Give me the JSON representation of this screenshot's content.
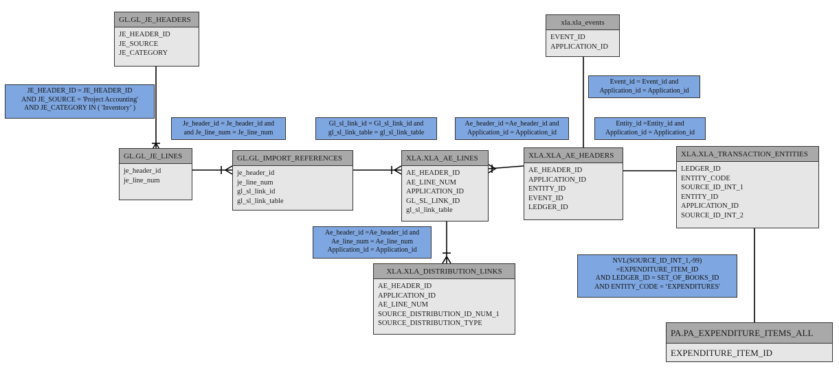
{
  "entities": {
    "gl_je_headers": {
      "title": "GL.GL_JE_HEADERS",
      "fields": [
        "JE_HEADER_ID",
        "JE_SOURCE",
        "JE_CATEGORY"
      ]
    },
    "xla_events": {
      "title": "xla.xla_events",
      "fields": [
        "EVENT_ID",
        "APPLICATION_ID"
      ]
    },
    "gl_je_lines": {
      "title": "GL.GL_JE_LINES",
      "fields": [
        "je_header_id",
        "je_line_num"
      ]
    },
    "gl_import_references": {
      "title": "GL.GL_IMPORT_REFERENCES",
      "fields": [
        "je_header_id",
        "je_line_num",
        "gl_sl_link_id",
        "gl_sl_link_table"
      ]
    },
    "xla_ae_lines": {
      "title": "XLA.XLA_AE_LINES",
      "fields": [
        "AE_HEADER_ID",
        "AE_LINE_NUM",
        "APPLICATION_ID",
        "GL_SL_LINK_ID",
        "gl_sl_link_table"
      ]
    },
    "xla_ae_headers": {
      "title": "XLA.XLA_AE_HEADERS",
      "fields": [
        "AE_HEADER_ID",
        "APPLICATION_ID",
        "ENTITY_ID",
        "EVENT_ID",
        "LEDGER_ID"
      ]
    },
    "xla_transaction_entities": {
      "title": "XLA.XLA_TRANSACTION_ENTITIES",
      "fields": [
        "LEDGER_ID",
        "ENTITY_CODE",
        "SOURCE_ID_INT_1",
        "ENTITY_ID",
        "APPLICATION_ID",
        "SOURCE_ID_INT_2"
      ]
    },
    "xla_distribution_links": {
      "title": "XLA.XLA_DISTRIBUTION_LINKS",
      "fields": [
        "AE_HEADER_ID",
        "APPLICATION_ID",
        "AE_LINE_NUM",
        "SOURCE_DISTRIBUTION_ID_NUM_1",
        "SOURCE_DISTRIBUTION_TYPE"
      ]
    },
    "pa_expenditure_items_all": {
      "title": "PA.PA_EXPENDITURE_ITEMS_ALL",
      "fields": [
        "EXPENDITURE_ITEM_ID"
      ]
    }
  },
  "notes": {
    "je_headers_join": [
      "JE_HEADER_ID = JE_HEADER_ID",
      "AND JE_SOURCE = 'Project Accounting'",
      "AND JE_CATEGORY IN ( 'Inventory’ )"
    ],
    "je_lines_join": [
      "Je_header_id = Je_header_id and",
      "and Je_line_num =  Je_line_num"
    ],
    "gl_sl_link_join": [
      "Gl_sl_link_id = Gl_sl_link_id and",
      "gl_sl_link_table = gl_sl_link_table"
    ],
    "ae_header_join": [
      "Ae_header_id =Ae_header_id and",
      "Application_id = Application_id"
    ],
    "event_join": [
      "Event_id = Event_id and",
      "Application_id = Application_id"
    ],
    "entity_join": [
      "Entity_id =Entity_id and",
      "Application_id = Application_id"
    ],
    "dist_links_join": [
      "Ae_header_id =Ae_header_id and",
      "Ae_line_num = Ae_line_num",
      "Application_id = Application_id"
    ],
    "expenditure_join": [
      "NVL(SOURCE_ID_INT_1,-99)",
      "=EXPENDITURE_ITEM_ID",
      "AND LEDGER_ID = SET_OF_BOOKS_ID",
      "AND ENTITY_CODE =   ‘EXPENDITURES'"
    ]
  },
  "colors": {
    "entity_header": "#a9a9a9",
    "entity_body": "#e6e6e6",
    "note_fill": "#7ea6e0",
    "line": "#000000"
  }
}
